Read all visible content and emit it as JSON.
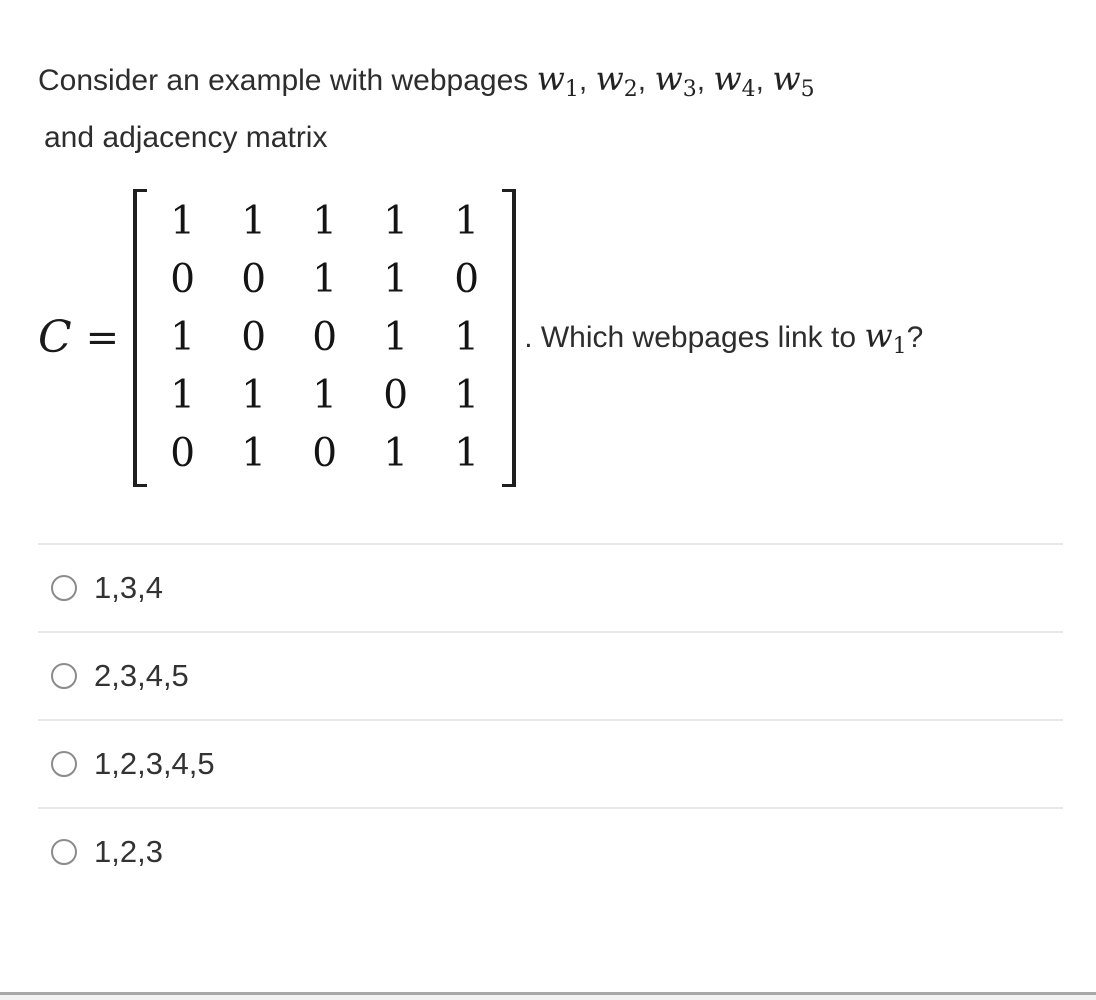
{
  "question": {
    "intro": "Consider an example with webpages ",
    "webpages": [
      {
        "base": "w",
        "sub": "1",
        "trail": ", "
      },
      {
        "base": "w",
        "sub": "2",
        "trail": ", "
      },
      {
        "base": "w",
        "sub": "3",
        "trail": ", "
      },
      {
        "base": "w",
        "sub": "4",
        "trail": ", "
      },
      {
        "base": "w",
        "sub": "5",
        "trail": ""
      }
    ],
    "line2": "and adjacency matrix",
    "matrix": {
      "symbol": "C",
      "equals": "=",
      "rows": [
        [
          "1",
          "1",
          "1",
          "1",
          "1"
        ],
        [
          "0",
          "0",
          "1",
          "1",
          "0"
        ],
        [
          "1",
          "0",
          "0",
          "1",
          "1"
        ],
        [
          "1",
          "1",
          "1",
          "0",
          "1"
        ],
        [
          "0",
          "1",
          "0",
          "1",
          "1"
        ]
      ]
    },
    "suffix": {
      "before_math": ". Which webpages link to ",
      "math_base": "w",
      "math_sub": "1",
      "after_math": "?"
    }
  },
  "options": [
    {
      "label": "1,3,4"
    },
    {
      "label": "2,3,4,5"
    },
    {
      "label": "1,2,3,4,5"
    },
    {
      "label": "1,2,3"
    }
  ],
  "colors": {
    "text": "#2d2d2d",
    "option_text": "#333333",
    "divider": "#e8e8e8",
    "radio_border": "#8b8b8b",
    "footer_line": "#a9a9a9",
    "footer_fill": "#f2f2f2"
  }
}
